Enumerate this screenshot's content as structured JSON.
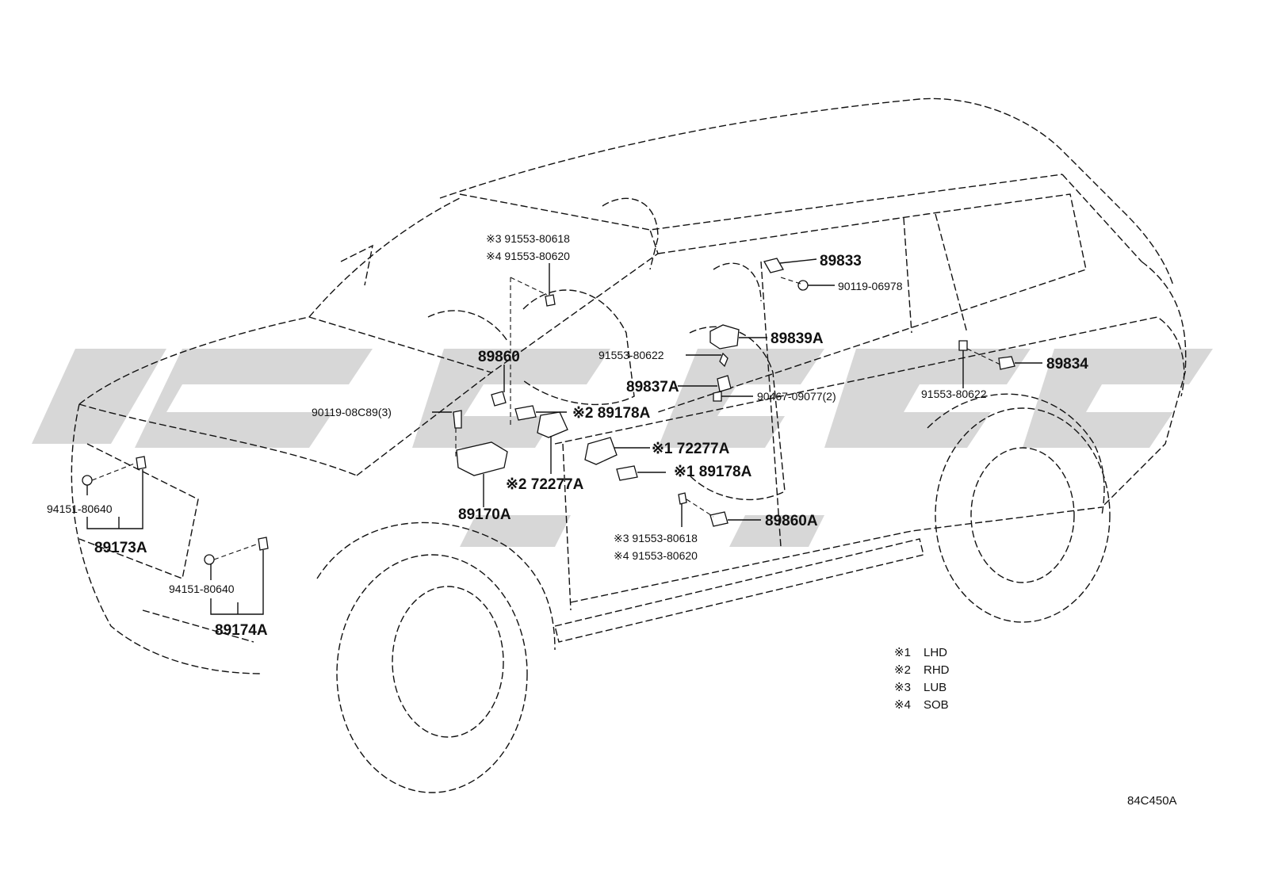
{
  "watermark": "CPC",
  "part_labels": {
    "p89833": "89833",
    "p90119_06978": "90119-06978",
    "p89839A": "89839A",
    "p91553_80622_mid": "91553-80622",
    "p89837A": "89837A",
    "p90467": "90467-09077(2)",
    "p89834": "89834",
    "p91553_80622_right": "91553-80622",
    "p89860": "89860",
    "p90119_08C89": "90119-08C89(3)",
    "p89178A_top": "※2 89178A",
    "p72277A_mid": "※1 72277A",
    "p89178A_mid": "※1 89178A",
    "p72277A_low": "※2 72277A",
    "p89170A": "89170A",
    "p89860A": "89860A",
    "top_note_1": "※3 91553-80618",
    "top_note_2": "※4 91553-80620",
    "bot_note_1": "※3 91553-80618",
    "bot_note_2": "※4 91553-80620",
    "p94151_left": "94151-80640",
    "p89173A": "89173A",
    "p94151_right": "94151-80640",
    "p89174A": "89174A"
  },
  "legend": [
    {
      "mark": "※1",
      "text": "LHD"
    },
    {
      "mark": "※2",
      "text": "RHD"
    },
    {
      "mark": "※3",
      "text": "LUB"
    },
    {
      "mark": "※4",
      "text": "SOB"
    }
  ],
  "figure_code": "84C450A"
}
